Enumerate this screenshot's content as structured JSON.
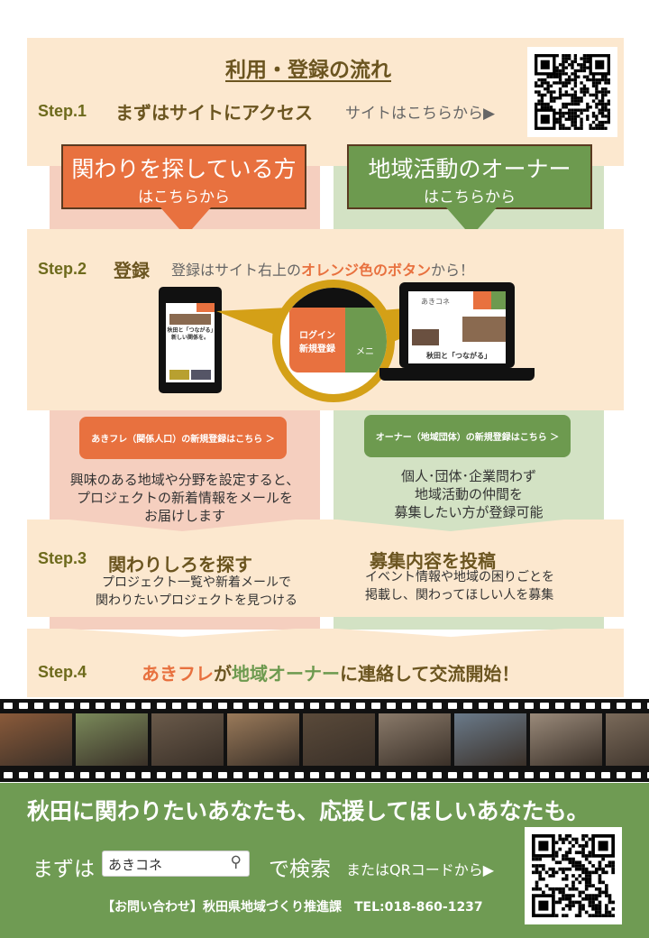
{
  "title": "利用・登録の流れ",
  "step1": {
    "label": "Step.1",
    "heading": "まずはサイトにアクセス",
    "link": "サイトはこちらから▶"
  },
  "callouts": {
    "left": {
      "main": "関わりを探している方",
      "sub": "はこちらから"
    },
    "right": {
      "main": "地域活動のオーナー",
      "sub": "はこちらから"
    }
  },
  "step2": {
    "label": "Step.2",
    "heading": "登録",
    "text_pre": "登録はサイト右上の",
    "text_highlight": "オレンジ色のボタン",
    "text_post": "から！",
    "zoom_login": "ログイン",
    "zoom_register": "新規登録",
    "zoom_menu": "メニ",
    "phone_text": "秋田と「つながる」新しい関係を。",
    "laptop_logo": "あきコネ",
    "laptop_text": "秋田と「つながる」"
  },
  "register": {
    "left": {
      "button": "あきフレ（関係人口）の新規登録はこちら ＞",
      "desc": [
        "興味のある地域や分野を設定すると、",
        "プロジェクトの新着情報をメールを",
        "お届けします"
      ]
    },
    "right": {
      "button": "オーナー（地域団体）の新規登録はこちら ＞",
      "desc": [
        "個人･団体･企業問わず",
        "地域活動の仲間を",
        "募集したい方が登録可能"
      ]
    }
  },
  "step3": {
    "label": "Step.3",
    "left": {
      "heading": "関わりしろを探す",
      "desc": [
        "プロジェクト一覧や新着メールで",
        "関わりたいプロジェクトを見つける"
      ]
    },
    "right": {
      "heading": "募集内容を投稿",
      "desc": [
        "イベント情報や地域の困りごとを",
        "掲載し、関わってほしい人を募集"
      ]
    }
  },
  "step4": {
    "label": "Step.4",
    "part1": "あきフレ",
    "part2": "が",
    "part3": "地域オーナー",
    "part4": "に連絡して交流開始！"
  },
  "footer": {
    "tagline": "秋田に関わりたいあなたも、応援してほしいあなたも。",
    "pre": "まずは",
    "search_value": "あきコネ",
    "post": "で検索",
    "qr_text": "またはQRコードから▶",
    "contact": "【お問い合わせ】秋田県地域づくり推進課　TEL:018-860-1237"
  },
  "colors": {
    "orange": "#e8713f",
    "green": "#6d9a4f",
    "beige": "#fce8cf",
    "olive": "#6d6a1c",
    "footer": "#6f9b53"
  }
}
